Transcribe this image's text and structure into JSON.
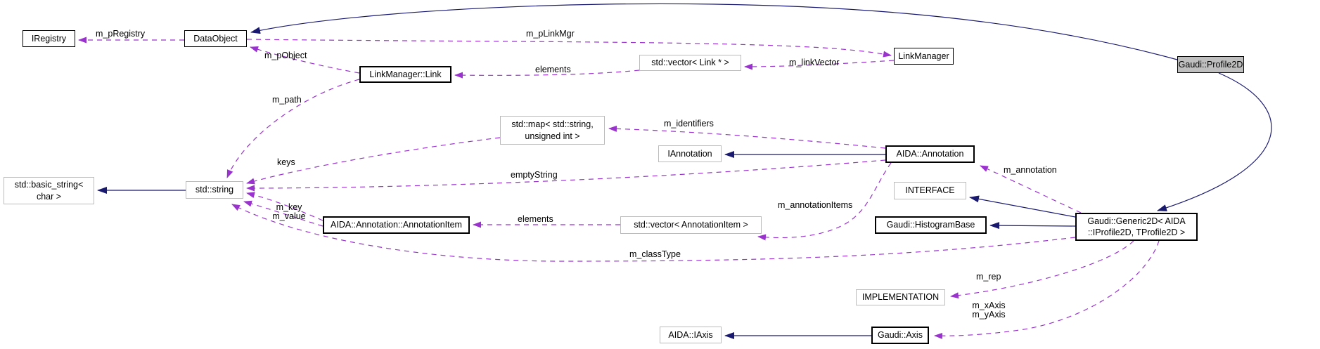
{
  "diagram": {
    "title": "Collaboration graph for Gaudi::Profile2D",
    "colors": {
      "background": "#ffffff",
      "inheritance_edge": "#191970",
      "usage_edge": "#9a32cd",
      "node_border": "#000000",
      "external_node_border": "#bbbbbb",
      "current_node_fill": "#bfbfbf"
    },
    "nodes": [
      {
        "id": "iregistry",
        "label": "IRegistry",
        "kind": "linked"
      },
      {
        "id": "dataobject",
        "label": "DataObject",
        "kind": "linked"
      },
      {
        "id": "linkmanager-link",
        "label": "LinkManager::Link",
        "kind": "linked-bold"
      },
      {
        "id": "vector-link",
        "label": "std::vector< Link * >",
        "kind": "external"
      },
      {
        "id": "linkmanager",
        "label": "LinkManager",
        "kind": "linked"
      },
      {
        "id": "profile2d",
        "label": "Gaudi::Profile2D",
        "kind": "current"
      },
      {
        "id": "map-string-uint",
        "label": "std::map< std::string,\nunsigned int >",
        "kind": "external"
      },
      {
        "id": "iannotation",
        "label": "IAnnotation",
        "kind": "external"
      },
      {
        "id": "aida-annotation",
        "label": "AIDA::Annotation",
        "kind": "linked-bold"
      },
      {
        "id": "interface",
        "label": "INTERFACE",
        "kind": "external"
      },
      {
        "id": "histogrambase",
        "label": "Gaudi::HistogramBase",
        "kind": "linked-bold"
      },
      {
        "id": "generic2d",
        "label": "Gaudi::Generic2D< AIDA\n::IProfile2D, TProfile2D >",
        "kind": "linked-bold"
      },
      {
        "id": "basic-string",
        "label": "std::basic_string<\nchar >",
        "kind": "external"
      },
      {
        "id": "std-string",
        "label": "std::string",
        "kind": "external"
      },
      {
        "id": "annotationitem",
        "label": "AIDA::Annotation::AnnotationItem",
        "kind": "linked-bold"
      },
      {
        "id": "vector-annotationitem",
        "label": "std::vector< AnnotationItem >",
        "kind": "external"
      },
      {
        "id": "implementation",
        "label": "IMPLEMENTATION",
        "kind": "external"
      },
      {
        "id": "aida-iaxis",
        "label": "AIDA::IAxis",
        "kind": "external"
      },
      {
        "id": "gaudi-axis",
        "label": "Gaudi::Axis",
        "kind": "linked-bold"
      }
    ],
    "edge_labels": [
      {
        "text": "m_pRegistry"
      },
      {
        "text": "m_pLinkMgr"
      },
      {
        "text": "m_pObject"
      },
      {
        "text": "elements"
      },
      {
        "text": "m_linkVector"
      },
      {
        "text": "m_path"
      },
      {
        "text": "m_identifiers"
      },
      {
        "text": "keys"
      },
      {
        "text": "emptyString"
      },
      {
        "text": "m_annotation"
      },
      {
        "text": "m_key\nm_value"
      },
      {
        "text": "elements"
      },
      {
        "text": "m_annotationItems"
      },
      {
        "text": "m_classType"
      },
      {
        "text": "m_rep"
      },
      {
        "text": "m_xAxis\nm_yAxis"
      }
    ],
    "edges": [
      {
        "from": "Gaudi::Profile2D",
        "to": "DataObject",
        "type": "inheritance"
      },
      {
        "from": "Gaudi::Profile2D",
        "to": "Gaudi::Generic2D< AIDA::IProfile2D, TProfile2D >",
        "type": "inheritance"
      },
      {
        "from": "AIDA::Annotation",
        "to": "IAnnotation",
        "type": "inheritance"
      },
      {
        "from": "Gaudi::Generic2D< AIDA::IProfile2D, TProfile2D >",
        "to": "INTERFACE",
        "type": "inheritance"
      },
      {
        "from": "Gaudi::Generic2D< AIDA::IProfile2D, TProfile2D >",
        "to": "Gaudi::HistogramBase",
        "type": "inheritance"
      },
      {
        "from": "Gaudi::Axis",
        "to": "AIDA::IAxis",
        "type": "inheritance"
      },
      {
        "from": "std::string",
        "to": "std::basic_string< char >",
        "type": "inheritance"
      },
      {
        "from": "DataObject",
        "to": "IRegistry",
        "label": "m_pRegistry",
        "type": "usage"
      },
      {
        "from": "DataObject",
        "to": "LinkManager",
        "label": "m_pLinkMgr",
        "type": "usage"
      },
      {
        "from": "LinkManager::Link",
        "to": "DataObject",
        "label": "m_pObject",
        "type": "usage"
      },
      {
        "from": "std::vector< Link * >",
        "to": "LinkManager::Link",
        "label": "elements",
        "type": "usage"
      },
      {
        "from": "LinkManager",
        "to": "std::vector< Link * >",
        "label": "m_linkVector",
        "type": "usage"
      },
      {
        "from": "LinkManager::Link",
        "to": "std::string",
        "label": "m_path",
        "type": "usage"
      },
      {
        "from": "AIDA::Annotation",
        "to": "std::map< std::string, unsigned int >",
        "label": "m_identifiers",
        "type": "usage"
      },
      {
        "from": "std::map< std::string, unsigned int >",
        "to": "std::string",
        "label": "keys",
        "type": "usage"
      },
      {
        "from": "AIDA::Annotation",
        "to": "std::string",
        "label": "emptyString",
        "type": "usage"
      },
      {
        "from": "Gaudi::Generic2D< AIDA::IProfile2D, TProfile2D >",
        "to": "AIDA::Annotation",
        "label": "m_annotation",
        "type": "usage"
      },
      {
        "from": "AIDA::Annotation::AnnotationItem",
        "to": "std::string",
        "label": "m_key",
        "type": "usage"
      },
      {
        "from": "AIDA::Annotation::AnnotationItem",
        "to": "std::string",
        "label": "m_value",
        "type": "usage"
      },
      {
        "from": "std::vector< AnnotationItem >",
        "to": "AIDA::Annotation::AnnotationItem",
        "label": "elements",
        "type": "usage"
      },
      {
        "from": "AIDA::Annotation",
        "to": "std::vector< AnnotationItem >",
        "label": "m_annotationItems",
        "type": "usage"
      },
      {
        "from": "Gaudi::Generic2D< AIDA::IProfile2D, TProfile2D >",
        "to": "std::string",
        "label": "m_classType",
        "type": "usage"
      },
      {
        "from": "Gaudi::Generic2D< AIDA::IProfile2D, TProfile2D >",
        "to": "IMPLEMENTATION",
        "label": "m_rep",
        "type": "usage"
      },
      {
        "from": "Gaudi::Generic2D< AIDA::IProfile2D, TProfile2D >",
        "to": "Gaudi::Axis",
        "label": "m_xAxis",
        "type": "usage"
      },
      {
        "from": "Gaudi::Generic2D< AIDA::IProfile2D, TProfile2D >",
        "to": "Gaudi::Axis",
        "label": "m_yAxis",
        "type": "usage"
      }
    ]
  }
}
